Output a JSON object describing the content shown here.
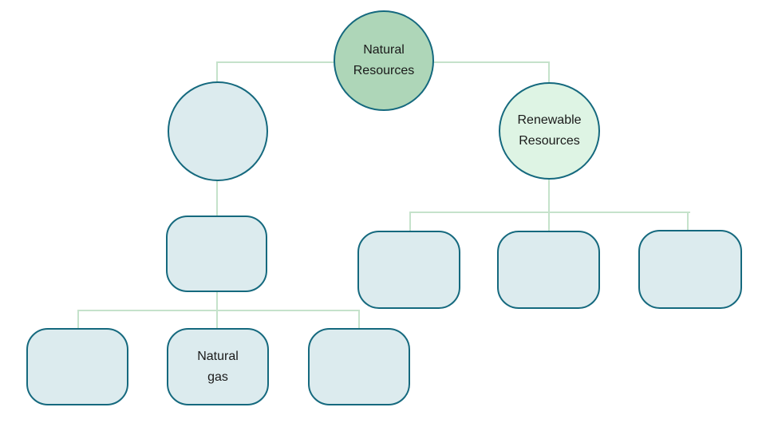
{
  "colors": {
    "background": "#ffffff",
    "root_fill": "#aed6b8",
    "renewable_fill": "#def4e4",
    "box_fill": "#dcebee",
    "shape_border": "#15697e",
    "connector_line": "#c5e2cb",
    "text": "#1a1a1a"
  },
  "tree": {
    "root": {
      "label": "Natural Resources"
    },
    "left_branch": {
      "circle_label": "",
      "mid_box_label": "",
      "children": [
        {
          "label": ""
        },
        {
          "label": "Natural gas"
        },
        {
          "label": ""
        }
      ]
    },
    "right_branch": {
      "circle_label": "Renewable Resources",
      "children": [
        {
          "label": ""
        },
        {
          "label": ""
        },
        {
          "label": ""
        }
      ]
    }
  }
}
